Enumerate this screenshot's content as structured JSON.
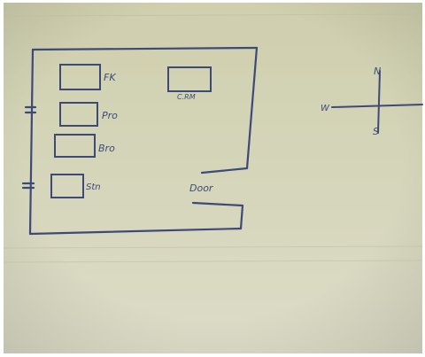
{
  "colors": {
    "paper_top": "#d2d1b4",
    "paper_bottom": "#dcdcc4",
    "ink": "#3d4a78",
    "frame": "#ffffff"
  },
  "rooms": [
    {
      "label": "FK"
    },
    {
      "label": "Pro"
    },
    {
      "label": "Bro"
    },
    {
      "label": "Stn"
    },
    {
      "label": "C.RM"
    }
  ],
  "door_label": "Door",
  "compass": {
    "north": "N",
    "west": "W",
    "south": "S"
  }
}
